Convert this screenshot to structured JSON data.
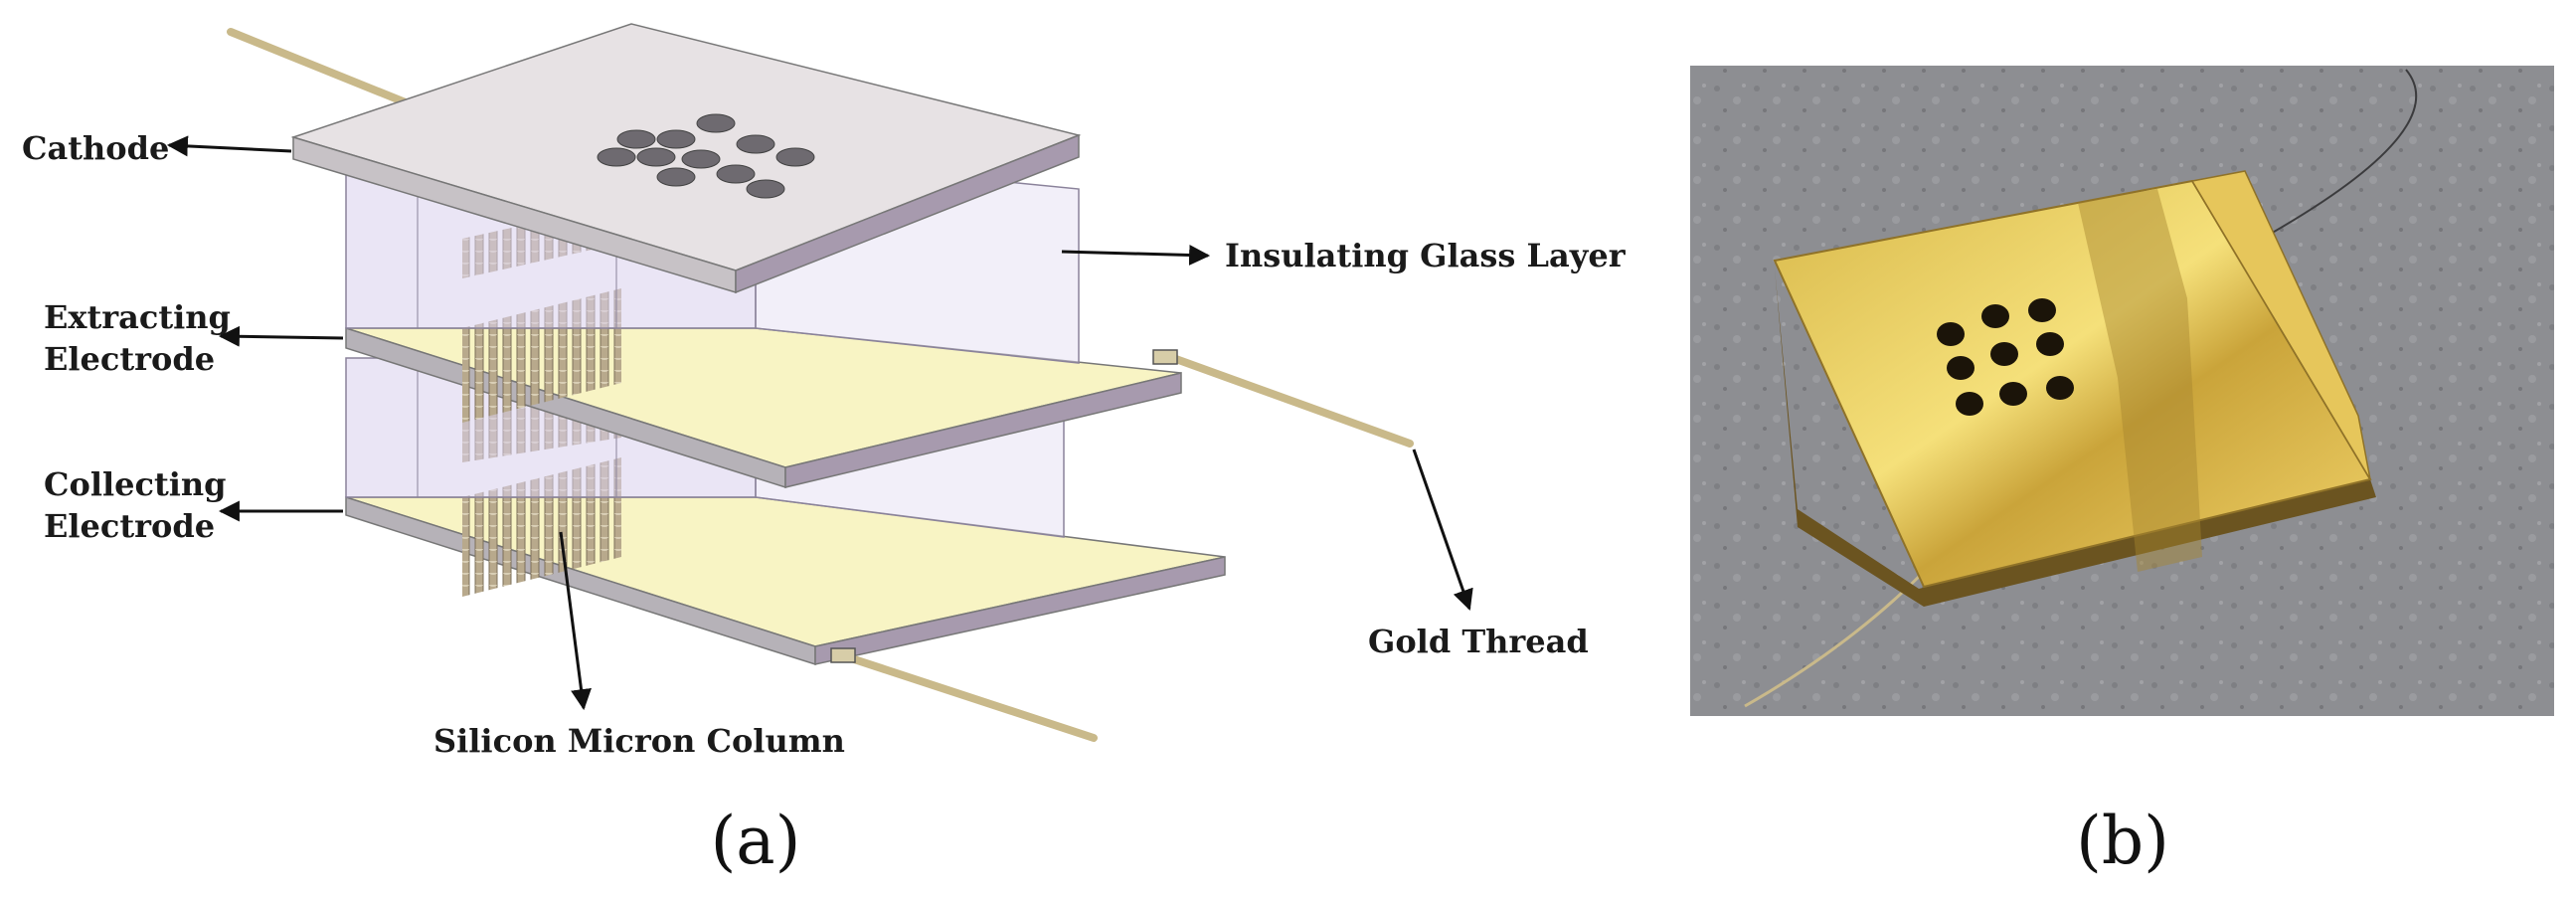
{
  "labels": {
    "cathode": "Cathode",
    "extracting_1": "Extracting",
    "extracting_2": "Electrode",
    "collecting_1": "Collecting",
    "collecting_2": "Electrode",
    "insulating_glass": "Insulating Glass Layer",
    "gold_thread": "Gold Thread",
    "silicon_column": "Silicon Micron Column"
  },
  "panels": {
    "a": "(a)",
    "b": "(b)"
  },
  "colors": {
    "plate_top": "#e7e2e4",
    "plate_edge": "#a79aae",
    "glass": "#d9d0ec",
    "electrode": "#f8f4c4",
    "wire": "#c9b98a",
    "column": "#b5a68a",
    "gold": "#e7c765",
    "background_photo": "#8a8b8e"
  }
}
